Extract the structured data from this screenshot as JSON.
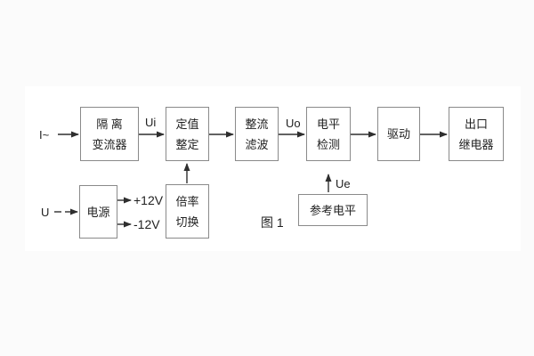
{
  "figure": {
    "caption": "图 1",
    "colors": {
      "background": "#fbfbfb",
      "panel": "#ffffff",
      "line": "#2e2e2e",
      "box_border": "#8a8a8a",
      "text": "#1f1f1f"
    }
  },
  "inputs": {
    "current": "I~",
    "voltage": "U"
  },
  "signals": {
    "ui": "Ui",
    "uo": "Uo",
    "ue": "Ue",
    "plus12": "+12V",
    "minus12": "-12V"
  },
  "blocks": {
    "isolation": {
      "line1": "隔 离",
      "line2": "变流器"
    },
    "setting": {
      "line1": "定值",
      "line2": "整定"
    },
    "rectifier": {
      "line1": "整流",
      "line2": "滤波"
    },
    "level": {
      "line1": "电平",
      "line2": "检测"
    },
    "drive": {
      "line1": "驱动"
    },
    "relay": {
      "line1": "出口",
      "line2": "继电器"
    },
    "power": {
      "line1": "电源"
    },
    "multiplier": {
      "line1": "倍率",
      "line2": "切换"
    },
    "reference": {
      "line1": "参考电平"
    }
  }
}
